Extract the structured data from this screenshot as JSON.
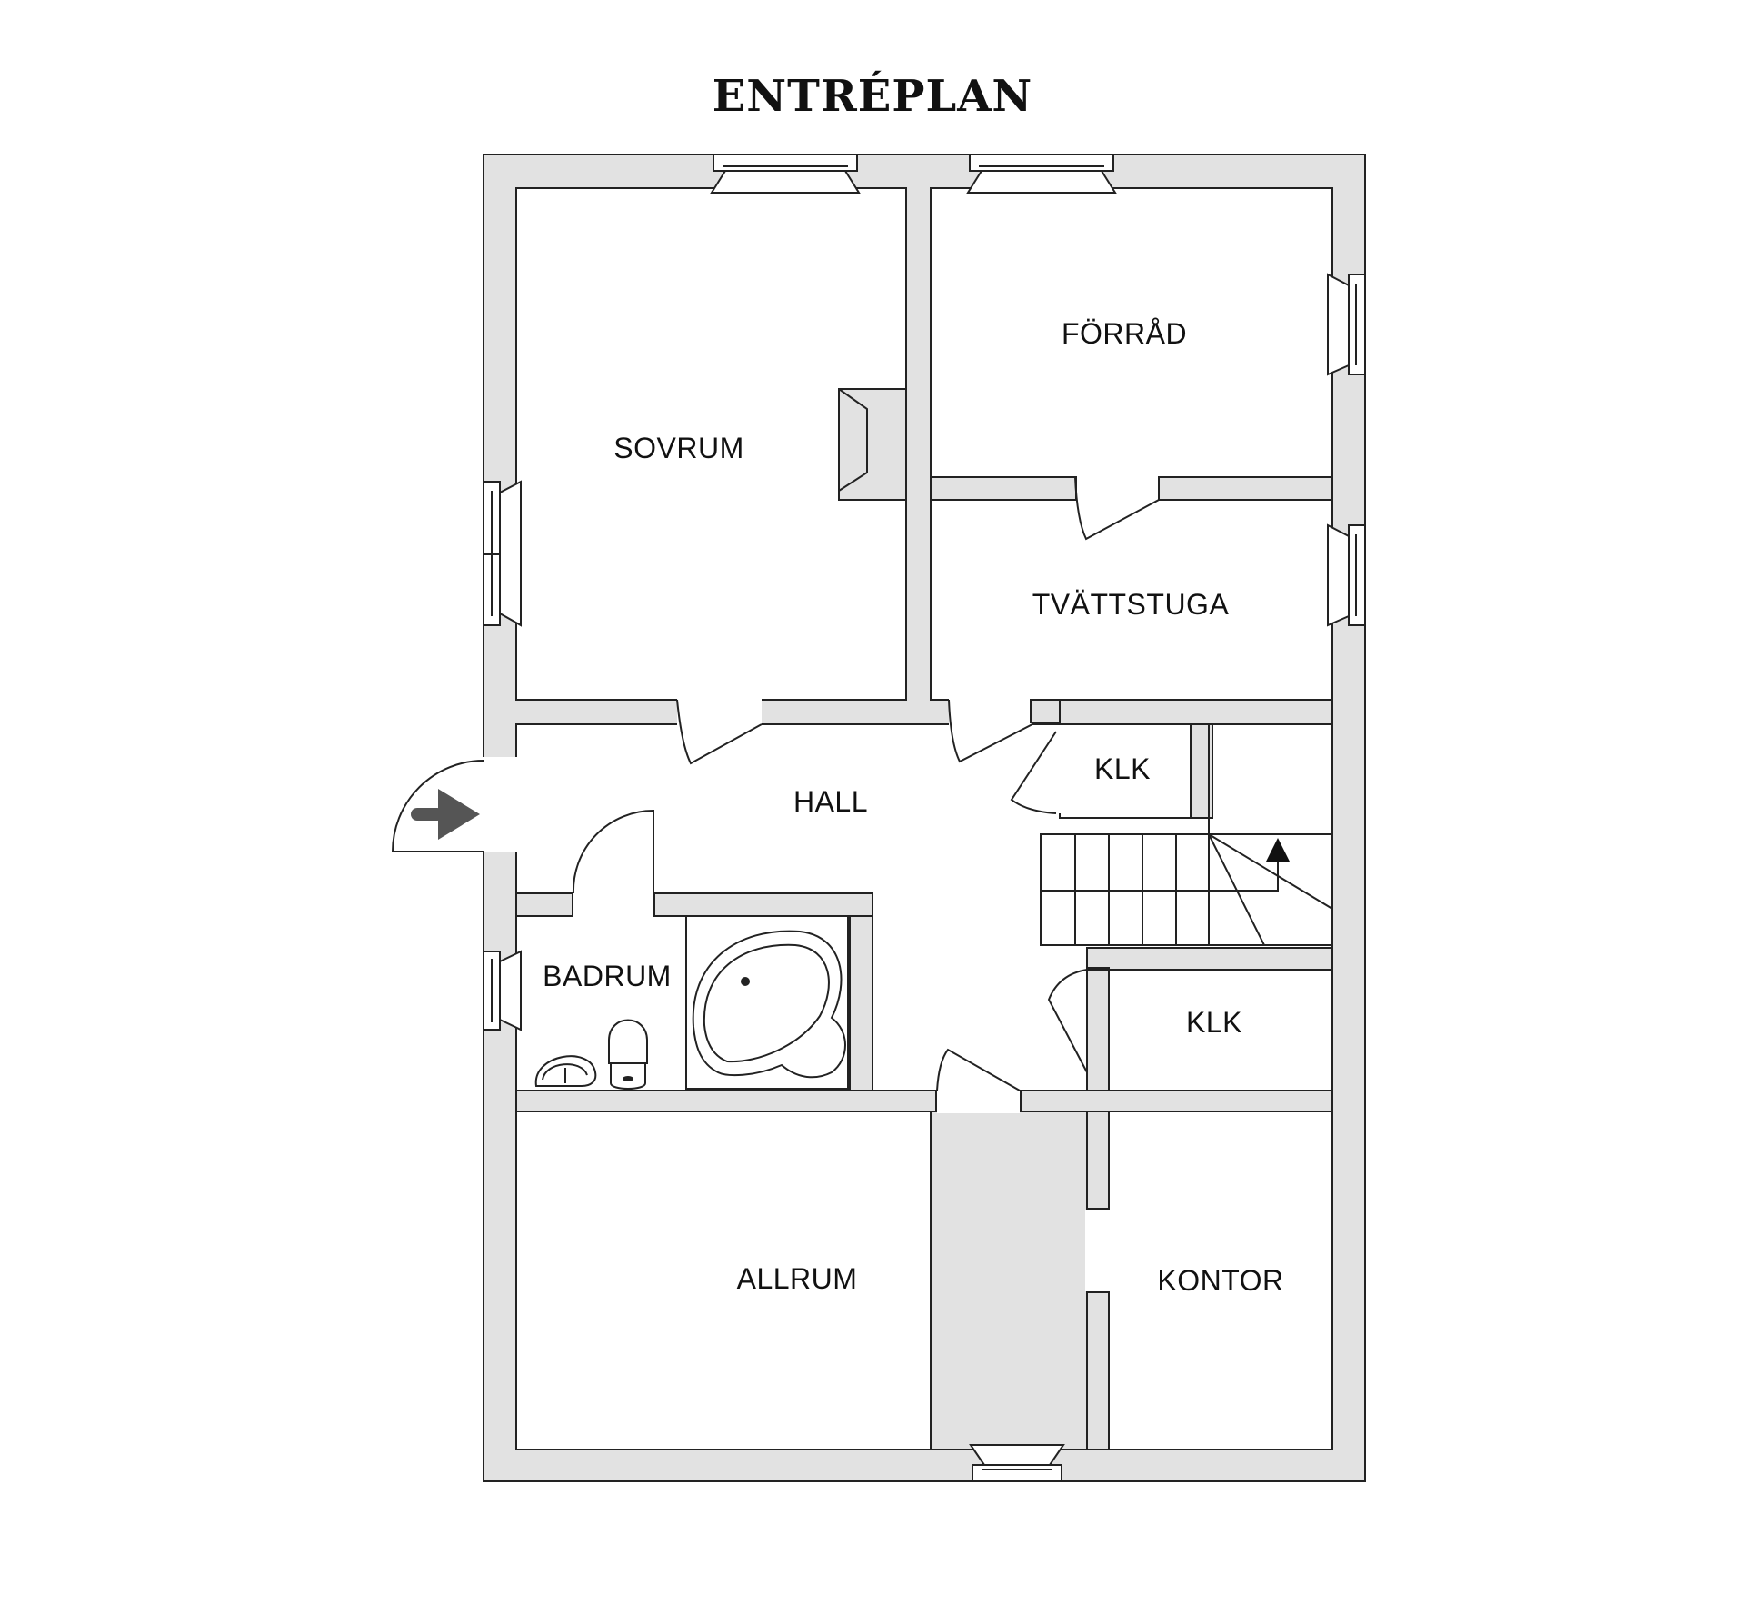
{
  "plan": {
    "title": "ENTRÉPLAN",
    "rooms": {
      "sovrum": "SOVRUM",
      "forrad": "FÖRRÅD",
      "tvattstuga": "TVÄTTSTUGA",
      "hall": "HALL",
      "klk_upper": "KLK",
      "klk_lower": "KLK",
      "badrum": "BADRUM",
      "allrum": "ALLRUM",
      "kontor": "KONTOR"
    },
    "colors": {
      "wall": "#e2e2e2",
      "line": "#222222",
      "arrow": "#555555"
    },
    "icons": {
      "entrance": "arrow-right-icon",
      "stairs": "arrow-up-icon"
    }
  }
}
